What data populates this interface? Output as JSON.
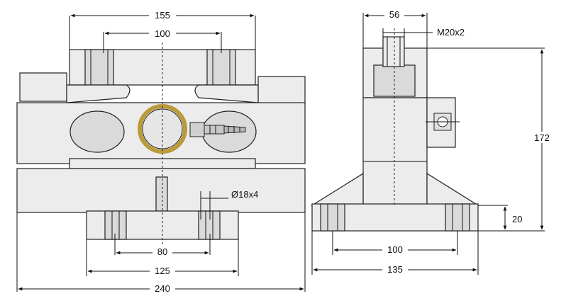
{
  "front_view": {
    "dims": {
      "top_width": "155",
      "top_inner": "100",
      "hole_spec": "Ø18x4",
      "base_holes": "80",
      "base_width": "125",
      "total_width": "240"
    }
  },
  "side_view": {
    "dims": {
      "top_width": "56",
      "thread": "M20x2",
      "height": "172",
      "base_height": "20",
      "base_holes": "100",
      "base_width": "135"
    }
  }
}
